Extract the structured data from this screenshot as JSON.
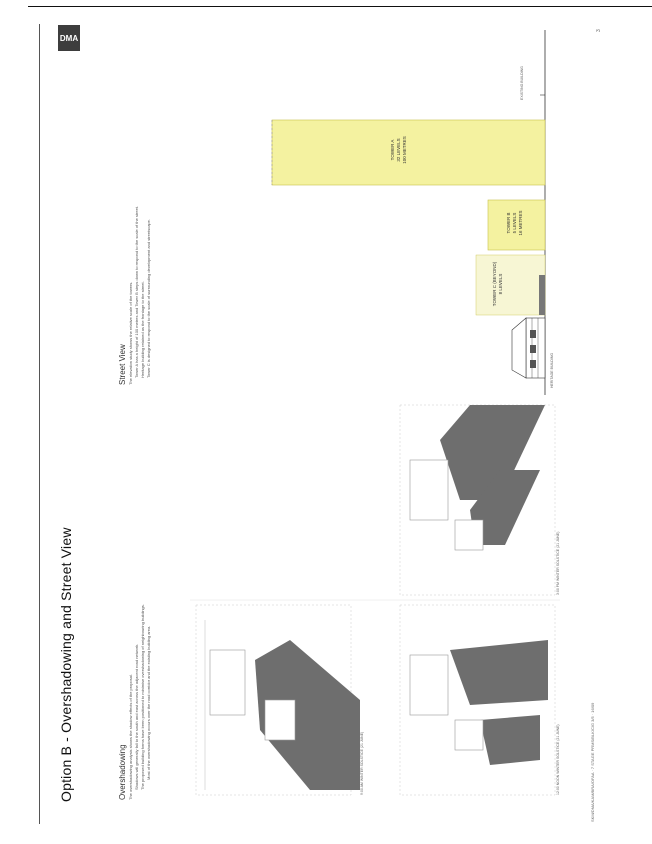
{
  "page": {
    "title": "Option B - Overshadowing and Street View",
    "page_number": "3",
    "footer": "SKM/DMA/KAM/BRA/OFAA · 7 STAGE PRMS/BLK/C/G 3/5 · 16/09",
    "logo_text": "DMA"
  },
  "overshadowing": {
    "heading": "Overshadowing",
    "lines": [
      "The overshadowing analysis shows the shadow effects of the proposal.",
      "Shadows will generally fall to the south and east across the adjacent road network.",
      "The proposed building forms have been positioned to minimise overshadowing of neighbouring buildings.",
      "Most of the overshadowing occurs over the road corridor and the existing building area."
    ],
    "captions": [
      "9:00 AM WINTER SOLSTICE (21 JUNE)",
      "12:00 NOON WINTER SOLSTICE (21 JUNE)",
      "3:00 PM WINTER SOLSTICE (21 JUNE)"
    ]
  },
  "street_view": {
    "heading": "Street View",
    "lines": [
      "The elevation study shows the relative scale of the towers.",
      "Tower A has a height of 100 metres and Tower B steps down to respond to the scale of the street.",
      "Heritage building retained as the frontage to the street.",
      "Tower C is designed to respond to the scale of surrounding development and streetscape."
    ],
    "reference_label": "EXISTING BUILDING",
    "heritage_label": "HERITAGE BUILDING",
    "towers": [
      {
        "name": "TOWER A",
        "levels": "32 LEVELS",
        "height": "100 METRES"
      },
      {
        "name": "TOWER B",
        "levels": "5 LEVELS",
        "height": "16 METRES"
      },
      {
        "name": "TOWER C (BEYOND)",
        "levels": "8 LEVELS",
        "height": ""
      }
    ]
  },
  "colors": {
    "tower_fill": "#f4f2a0",
    "tower_stroke": "#c9c24a",
    "shadow": "#6e6e6e",
    "plan_line": "#aaaaaa"
  }
}
